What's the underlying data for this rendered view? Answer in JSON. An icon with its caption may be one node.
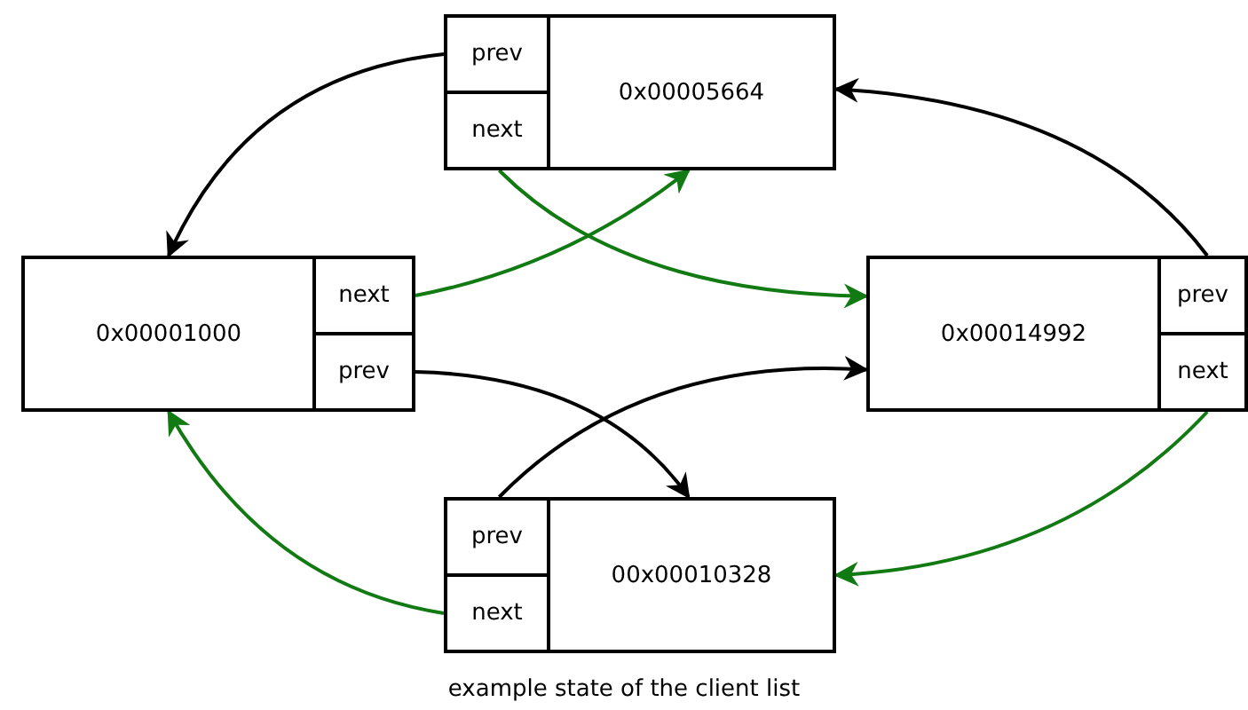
{
  "diagram": {
    "caption": "example state of the client list",
    "nodes": [
      {
        "text": [
          "prev"
        ]
      },
      {
        "text": [
          "0x00005664"
        ]
      },
      {
        "text": [
          "next"
        ]
      },
      {
        "text": [
          "0x00001000"
        ]
      },
      {
        "text": [
          "next"
        ]
      },
      {
        "text": [
          "prev"
        ]
      },
      {
        "text": [
          "0x00014992"
        ]
      },
      {
        "text": [
          "prev"
        ]
      },
      {
        "text": [
          "next"
        ]
      },
      {
        "text": [
          "prev"
        ]
      },
      {
        "text": [
          "00x00010328"
        ]
      },
      {
        "text": [
          "next"
        ]
      }
    ],
    "edges": [
      {
        "from": 0,
        "to": 3,
        "arrow": "to"
      },
      {
        "from": 2,
        "to": 6,
        "arrow": "to",
        "color": "#127a12"
      },
      {
        "from": 4,
        "to": 1,
        "arrow": "to",
        "color": "#127a12"
      },
      {
        "from": 5,
        "to": 10,
        "arrow": "to"
      },
      {
        "from": 7,
        "to": 1,
        "arrow": "to"
      },
      {
        "from": 8,
        "to": 10,
        "arrow": "to",
        "color": "#127a12"
      },
      {
        "from": 9,
        "to": 6,
        "arrow": "to"
      },
      {
        "from": 11,
        "to": 3,
        "arrow": "to",
        "color": "#127a12"
      }
    ]
  }
}
